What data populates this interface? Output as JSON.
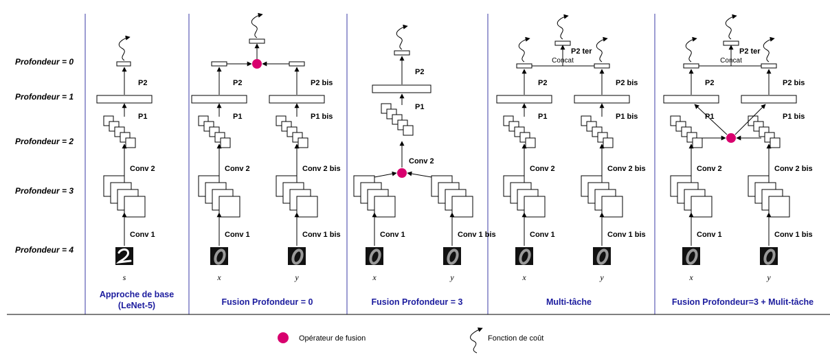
{
  "depth_labels": [
    "Profondeur = 0",
    "Profondeur = 1",
    "Profondeur = 2",
    "Profondeur = 3",
    "Profondeur = 4"
  ],
  "panels": [
    {
      "title_line1": "Approche de base",
      "title_line2": "(LeNet-5)",
      "inputs": [
        "s"
      ],
      "labels": {
        "p2": "P2",
        "p1": "P1",
        "conv2": "Conv 2",
        "conv1": "Conv 1"
      }
    },
    {
      "title_line1": "Fusion Profondeur = 0",
      "inputs": [
        "x",
        "y"
      ],
      "labels": {
        "p2": "P2",
        "p2b": "P2 bis",
        "p1": "P1",
        "p1b": "P1 bis",
        "conv2": "Conv 2",
        "conv2b": "Conv 2 bis",
        "conv1": "Conv 1",
        "conv1b": "Conv 1 bis"
      }
    },
    {
      "title_line1": "Fusion Profondeur = 3",
      "inputs": [
        "x",
        "y"
      ],
      "labels": {
        "p2": "P2",
        "p1": "P1",
        "conv2": "Conv 2",
        "conv1": "Conv 1",
        "conv1b": "Conv 1 bis"
      }
    },
    {
      "title_line1": "Multi-tâche",
      "inputs": [
        "x",
        "y"
      ],
      "labels": {
        "p2": "P2",
        "p2b": "P2 bis",
        "p2ter": "P2 ter",
        "concat": "Concat",
        "p1": "P1",
        "p1b": "P1 bis",
        "conv2": "Conv 2",
        "conv2b": "Conv 2 bis",
        "conv1": "Conv 1",
        "conv1b": "Conv 1 bis"
      }
    },
    {
      "title_line1": "Fusion Profondeur=3 + Mulit-tâche",
      "inputs": [
        "x",
        "y"
      ],
      "labels": {
        "p2": "P2",
        "p2b": "P2 bis",
        "p2ter": "P2 ter",
        "concat": "Concat",
        "p1": "P1",
        "p1b": "P1 bis",
        "conv2": "Conv 2",
        "conv2b": "Conv 2 bis",
        "conv1": "Conv 1",
        "conv1b": "Conv 1 bis"
      }
    }
  ],
  "legend": {
    "fusion_operator": "Opérateur de fusion",
    "cost_function": "Fonction de coût"
  },
  "colors": {
    "fusion": "#d8006e",
    "title": "#1c1c9e",
    "divider": "#3a3aa6"
  }
}
